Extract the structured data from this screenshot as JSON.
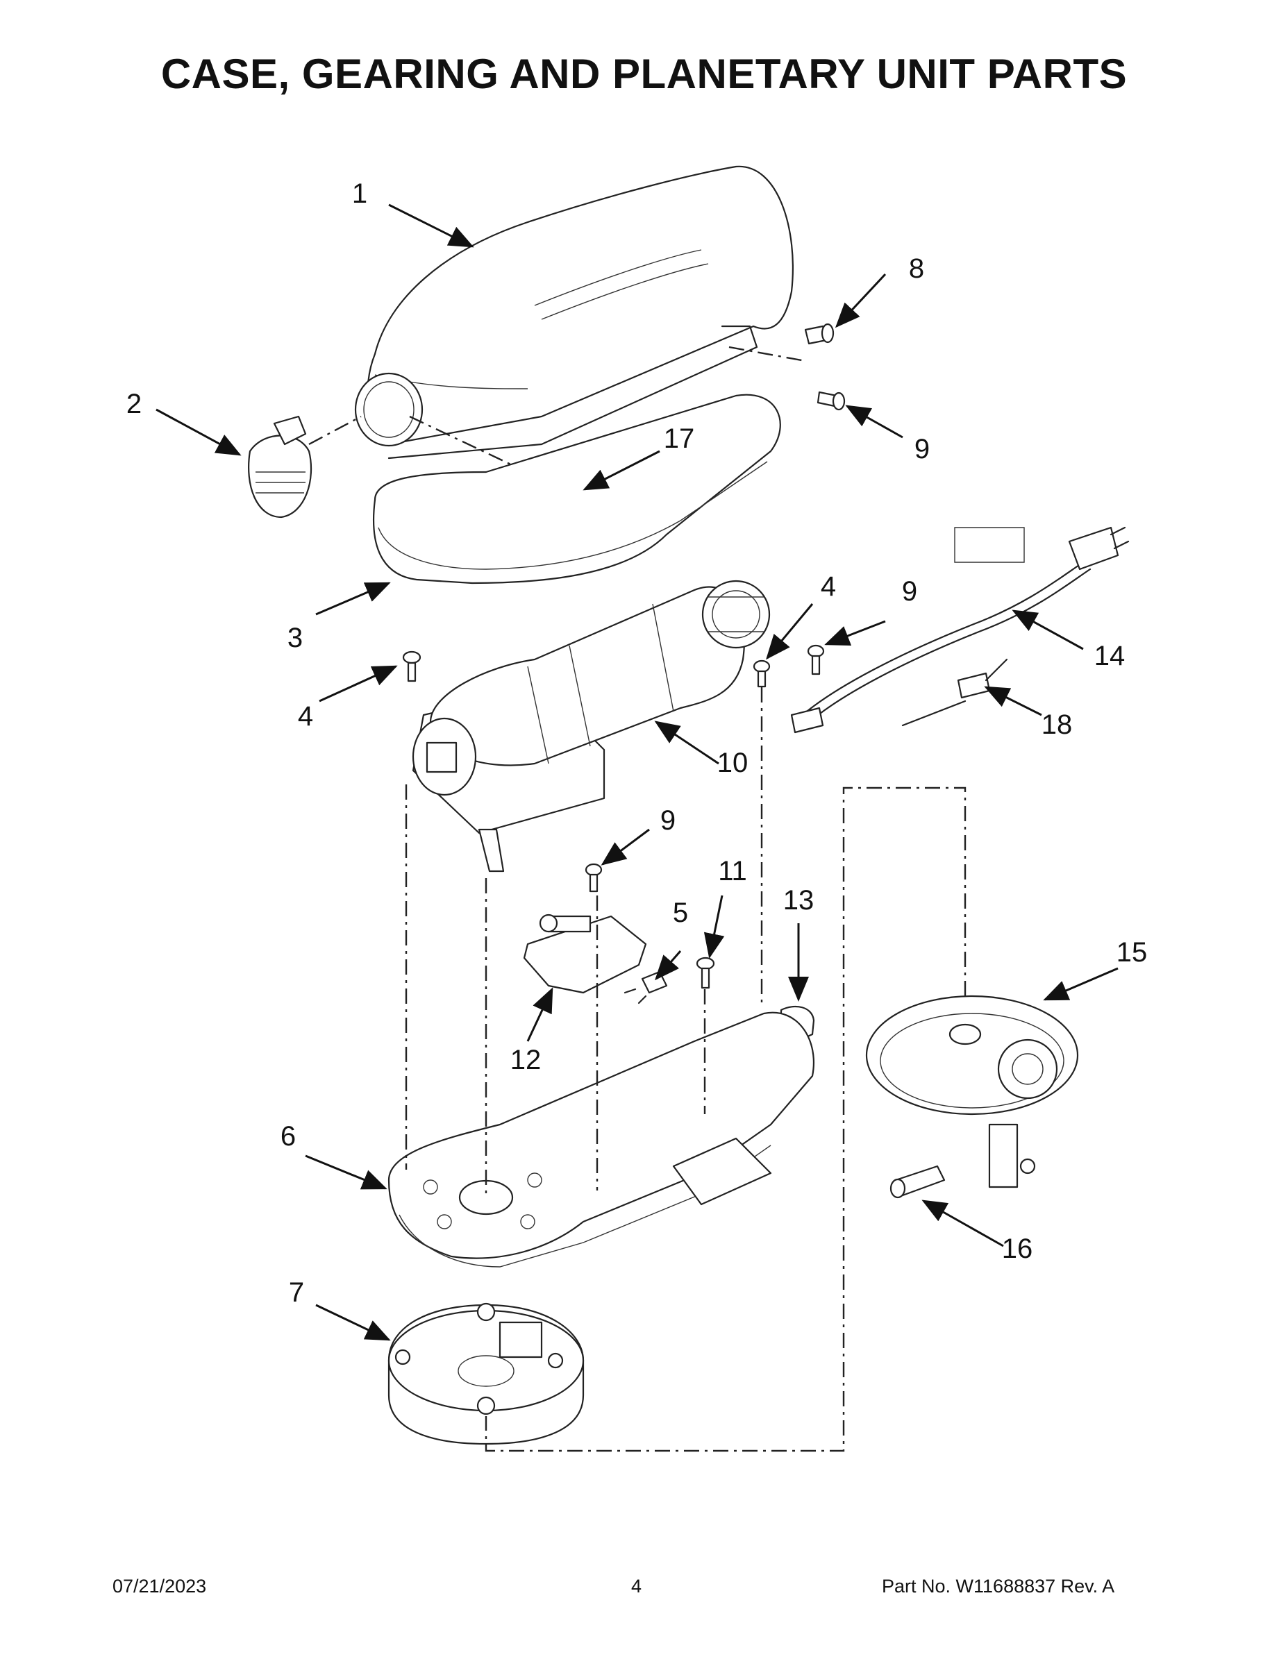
{
  "title": "CASE, GEARING AND PLANETARY UNIT PARTS",
  "callouts": [
    "1",
    "2",
    "3",
    "4",
    "4",
    "5",
    "6",
    "7",
    "8",
    "9",
    "9",
    "9",
    "10",
    "11",
    "12",
    "13",
    "14",
    "15",
    "16",
    "17",
    "18"
  ],
  "footer": {
    "date": "07/21/2023",
    "page": "4",
    "part_no": "Part No.  W11688837  Rev.  A"
  }
}
